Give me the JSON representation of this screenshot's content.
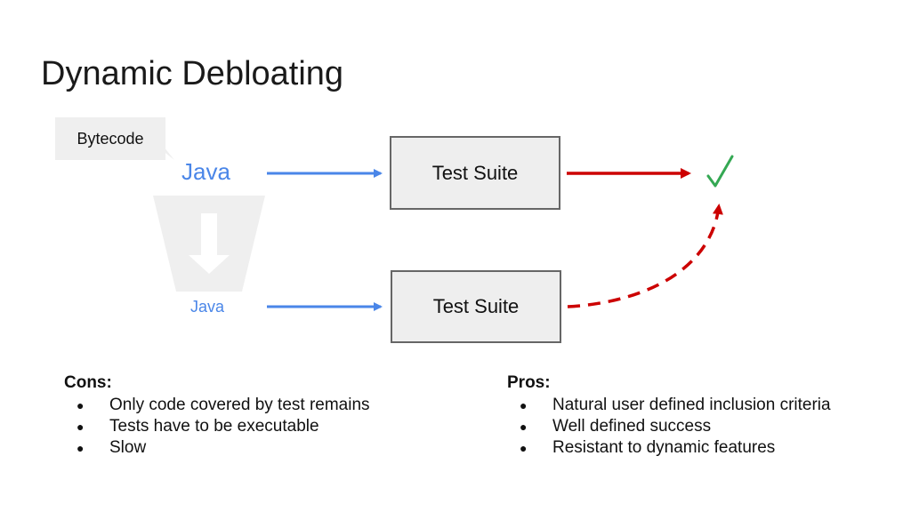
{
  "title": "Dynamic Debloating",
  "callout": {
    "label": "Bytecode"
  },
  "sources": {
    "top_label": "Java",
    "bottom_label": "Java"
  },
  "test_suites": {
    "top": "Test Suite",
    "bottom": "Test Suite"
  },
  "result": {
    "icon": "checkmark-icon",
    "color": "#34a853"
  },
  "colors": {
    "java": "#4a86e8",
    "arrow_blue": "#4a86e8",
    "arrow_red": "#cc0000",
    "debloat_shape": "#efefef",
    "box_fill": "#eeeeee",
    "box_border": "#666666"
  },
  "cons": {
    "heading": "Cons:",
    "items": [
      "Only code covered by test remains",
      "Tests have to be executable",
      "Slow"
    ]
  },
  "pros": {
    "heading": "Pros:",
    "items": [
      "Natural user defined inclusion criteria",
      "Well defined success",
      "Resistant to dynamic features"
    ]
  }
}
